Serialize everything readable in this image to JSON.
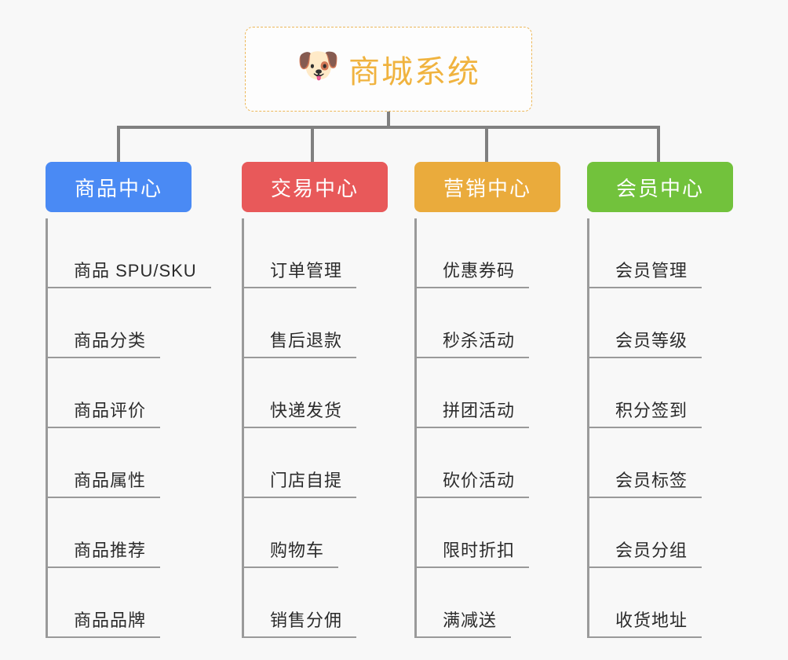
{
  "background_color": "#f8f8f8",
  "root": {
    "icon": "shiba-dog-face-emoji",
    "emoji": "🐶",
    "title": "商城系统",
    "border_color": "#edb85a",
    "text_color": "#f0b33f"
  },
  "connector_color": "#808080",
  "columns": [
    {
      "id": "product-center",
      "title": "商品中心",
      "color": "#4a8af4",
      "items": [
        "商品 SPU/SKU",
        "商品分类",
        "商品评价",
        "商品属性",
        "商品推荐",
        "商品品牌"
      ]
    },
    {
      "id": "trade-center",
      "title": "交易中心",
      "color": "#e8595a",
      "items": [
        "订单管理",
        "售后退款",
        "快递发货",
        "门店自提",
        "购物车",
        "销售分佣"
      ]
    },
    {
      "id": "marketing-center",
      "title": "营销中心",
      "color": "#eaab3c",
      "items": [
        "优惠券码",
        "秒杀活动",
        "拼团活动",
        "砍价活动",
        "限时折扣",
        "满减送"
      ]
    },
    {
      "id": "member-center",
      "title": "会员中心",
      "color": "#72c23c",
      "items": [
        "会员管理",
        "会员等级",
        "积分签到",
        "会员标签",
        "会员分组",
        "收货地址"
      ]
    }
  ]
}
